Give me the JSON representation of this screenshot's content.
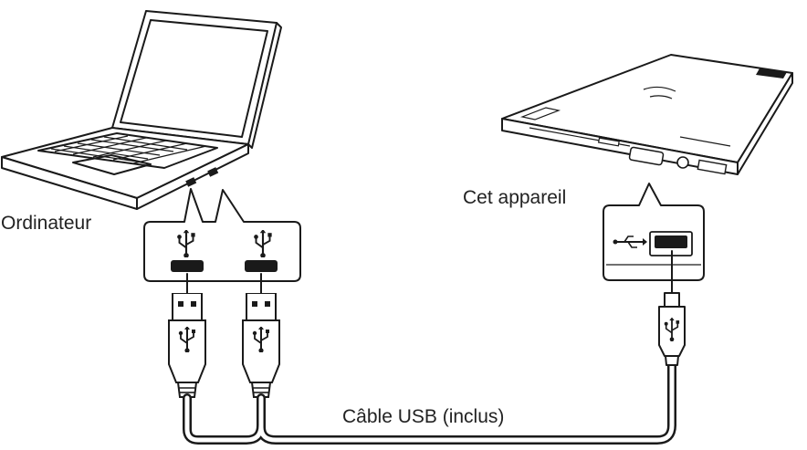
{
  "labels": {
    "computer": "Ordinateur",
    "device": "Cet appareil",
    "cable": "Câble USB (inclus)"
  },
  "icons": [
    "laptop-icon",
    "optical-drive-icon",
    "usb-symbol-icon",
    "usb-a-plug-icon",
    "usb-mini-b-plug-icon"
  ],
  "colors": {
    "line": "#1a1a1a",
    "fill": "#ffffff",
    "dark": "#1a1a1a"
  }
}
